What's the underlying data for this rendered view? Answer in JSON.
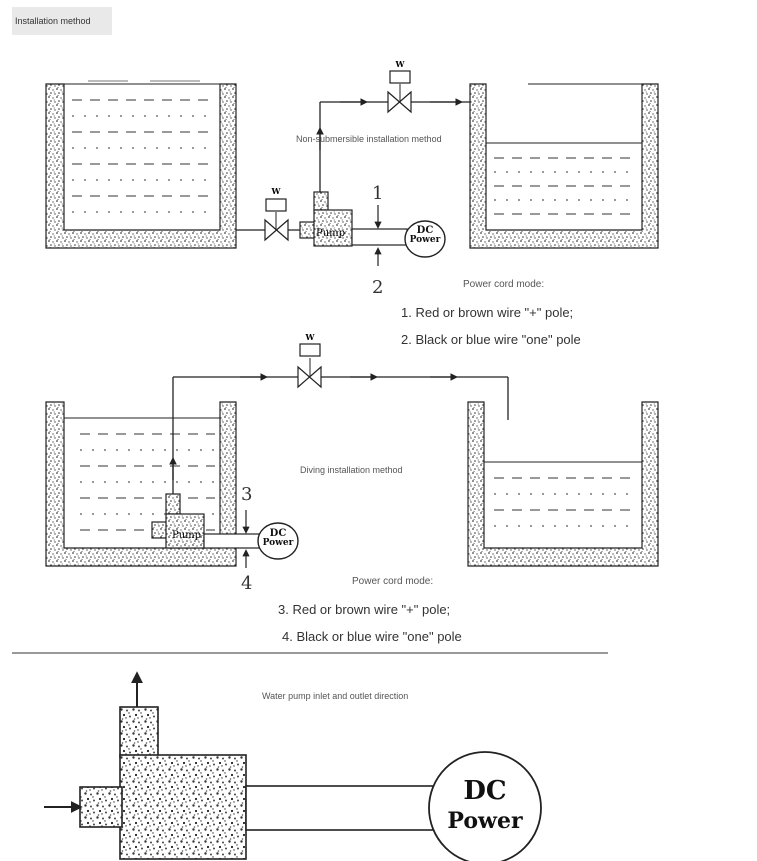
{
  "header": {
    "title": "Installation method"
  },
  "diagram1": {
    "caption": "Non-submersible installation method",
    "power_mode": "Power cord mode:",
    "line1": "1. Red or brown wire \"+\" pole;",
    "line2": "2. Black or blue wire \"one\" pole",
    "num_a": "1",
    "num_b": "2",
    "pump_label": "Pump",
    "valve_label": "W",
    "dc_line1": "DC",
    "dc_line2": "Power"
  },
  "diagram2": {
    "caption": "Diving installation method",
    "power_mode": "Power cord mode:",
    "line1": "3. Red or brown wire \"+\" pole;",
    "line2": "4. Black or blue wire \"one\" pole",
    "num_a": "3",
    "num_b": "4",
    "pump_label": "Pump",
    "valve_label": "W",
    "dc_line1": "DC",
    "dc_line2": "Power"
  },
  "diagram3": {
    "caption": "Water pump inlet and outlet direction",
    "dc_line1": "DC",
    "dc_line2": "Power"
  },
  "colors": {
    "line": "#222222",
    "speckle": "#555555",
    "water": "#333333",
    "tab_bg": "#e9e9e9"
  }
}
